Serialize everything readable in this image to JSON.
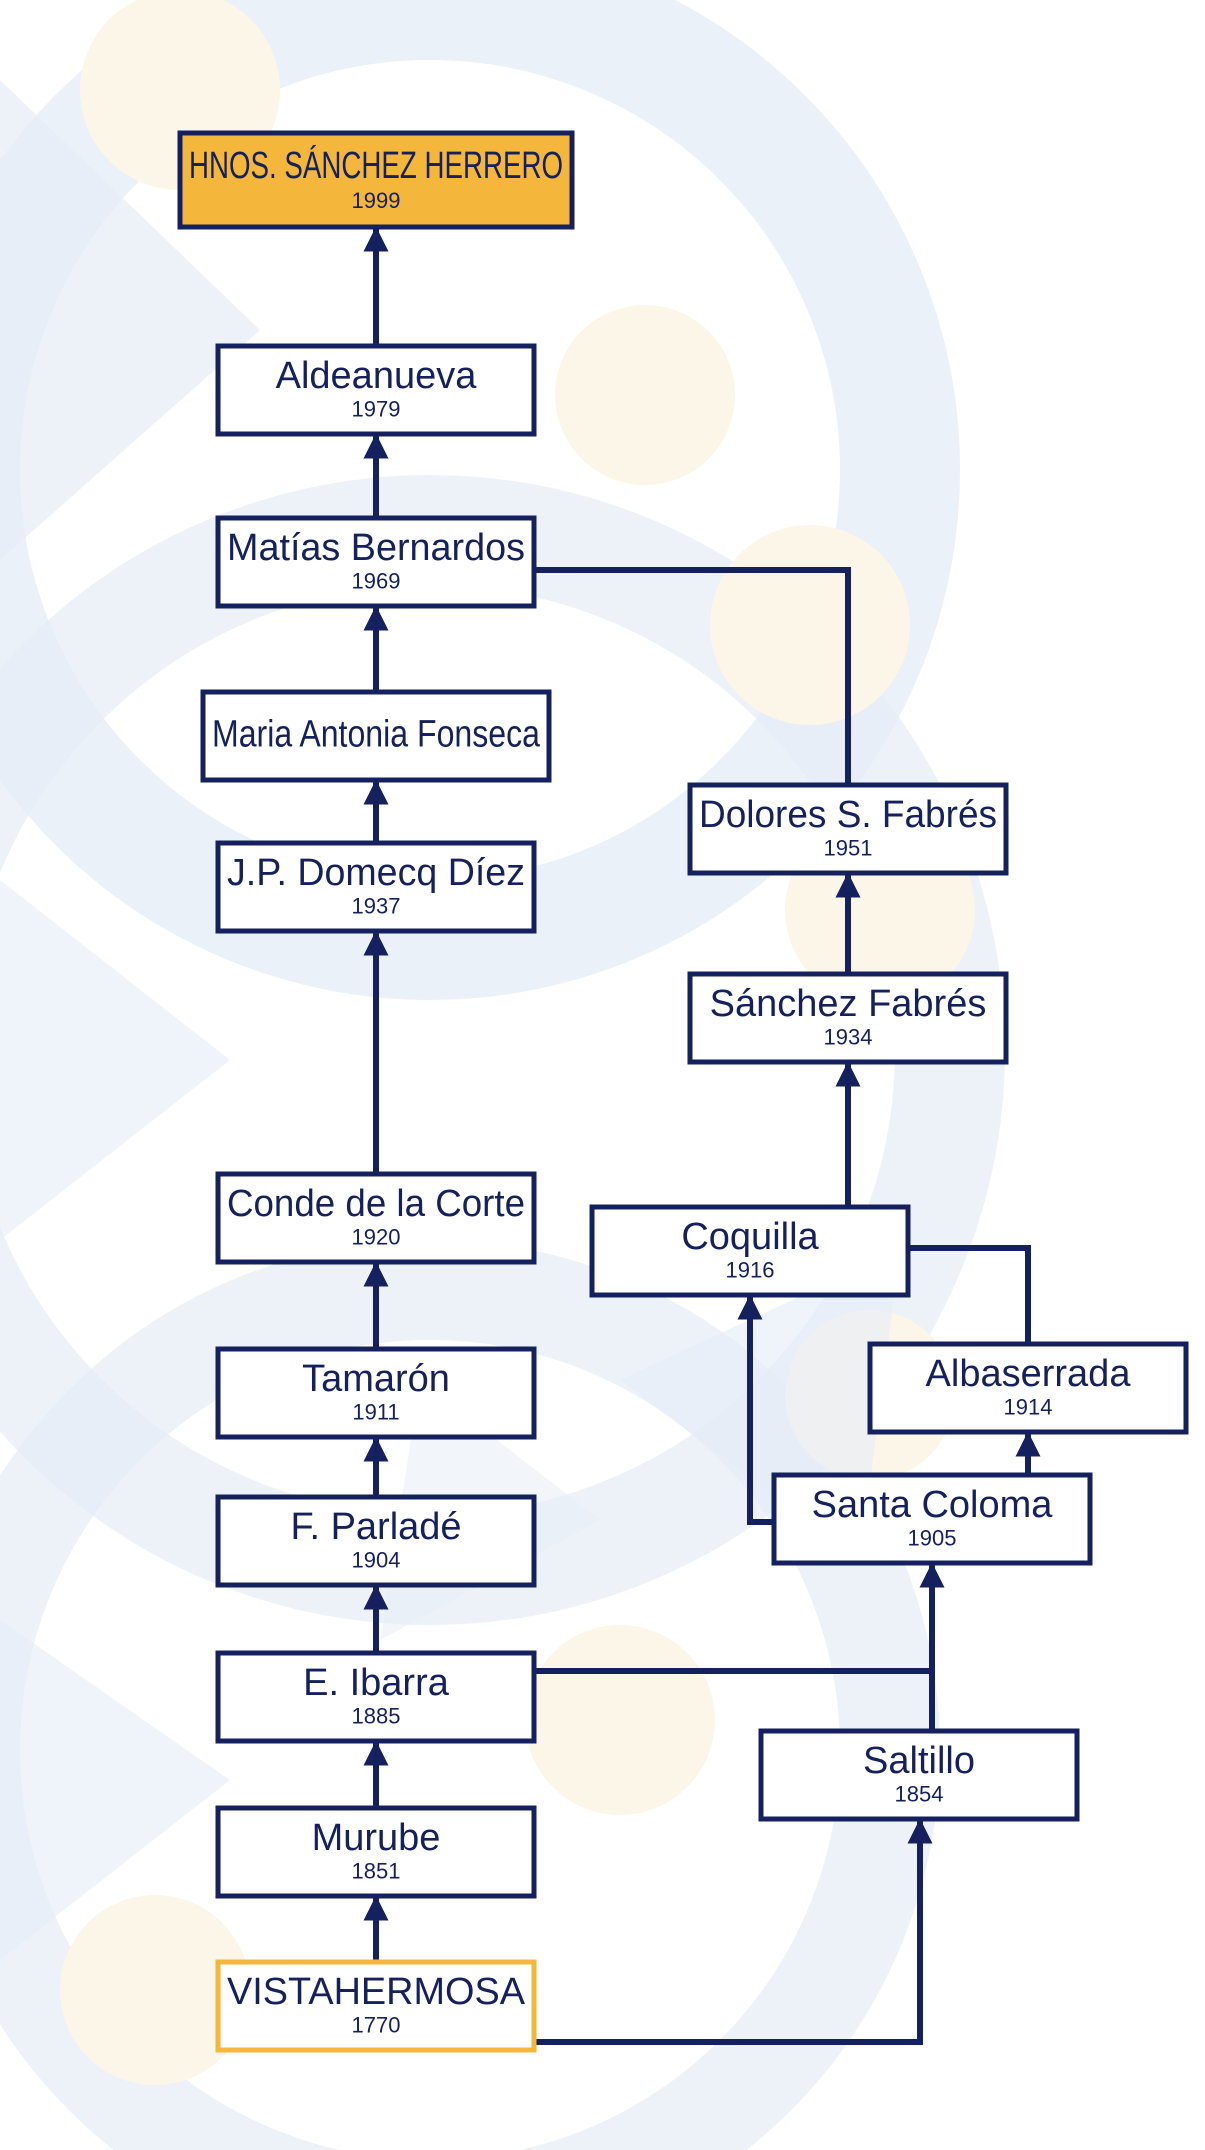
{
  "colors": {
    "navy": "#14215e",
    "gold": "#f4b73c",
    "background": "#ffffff",
    "pattern_blue": "#e5edf6",
    "pattern_cream": "#fcf6e8"
  },
  "nodes": {
    "hnos_sanchez_herrero": {
      "name": "HNOS. SÁNCHEZ HERRERO",
      "year": "1999",
      "style": "gold-filled"
    },
    "aldeanueva": {
      "name": "Aldeanueva",
      "year": "1979",
      "style": "plain"
    },
    "matias_bernardos": {
      "name": "Matías Bernardos",
      "year": "1969",
      "style": "plain"
    },
    "maria_antonia_fonseca": {
      "name": "Maria Antonia Fonseca",
      "year": "",
      "style": "plain"
    },
    "jp_domecq_diez": {
      "name": "J.P. Domecq Díez",
      "year": "1937",
      "style": "plain"
    },
    "conde_de_la_corte": {
      "name": "Conde de la Corte",
      "year": "1920",
      "style": "plain"
    },
    "tamaron": {
      "name": "Tamarón",
      "year": "1911",
      "style": "plain"
    },
    "f_parlade": {
      "name": "F. Parladé",
      "year": "1904",
      "style": "plain"
    },
    "e_ibarra": {
      "name": "E. Ibarra",
      "year": "1885",
      "style": "plain"
    },
    "murube": {
      "name": "Murube",
      "year": "1851",
      "style": "plain"
    },
    "vistahermosa": {
      "name": "VISTAHERMOSA",
      "year": "1770",
      "style": "gold-outline"
    },
    "dolores_s_fabres": {
      "name": "Dolores S. Fabrés",
      "year": "1951",
      "style": "plain"
    },
    "sanchez_fabres": {
      "name": "Sánchez Fabrés",
      "year": "1934",
      "style": "plain"
    },
    "coquilla": {
      "name": "Coquilla",
      "year": "1916",
      "style": "plain"
    },
    "albaserrada": {
      "name": "Albaserrada",
      "year": "1914",
      "style": "plain"
    },
    "santa_coloma": {
      "name": "Santa Coloma",
      "year": "1905",
      "style": "plain"
    },
    "saltillo": {
      "name": "Saltillo",
      "year": "1854",
      "style": "plain"
    }
  },
  "edges": [
    {
      "from": "aldeanueva",
      "to": "hnos_sanchez_herrero"
    },
    {
      "from": "matias_bernardos",
      "to": "aldeanueva"
    },
    {
      "from": "maria_antonia_fonseca",
      "to": "matias_bernardos"
    },
    {
      "from": "jp_domecq_diez",
      "to": "maria_antonia_fonseca"
    },
    {
      "from": "conde_de_la_corte",
      "to": "jp_domecq_diez"
    },
    {
      "from": "tamaron",
      "to": "conde_de_la_corte"
    },
    {
      "from": "f_parlade",
      "to": "tamaron"
    },
    {
      "from": "e_ibarra",
      "to": "f_parlade"
    },
    {
      "from": "murube",
      "to": "e_ibarra"
    },
    {
      "from": "vistahermosa",
      "to": "murube"
    },
    {
      "from": "vistahermosa",
      "to": "saltillo"
    },
    {
      "from": "saltillo",
      "to": "santa_coloma"
    },
    {
      "from": "e_ibarra",
      "to": "santa_coloma"
    },
    {
      "from": "santa_coloma",
      "to": "albaserrada"
    },
    {
      "from": "santa_coloma",
      "to": "coquilla"
    },
    {
      "from": "albaserrada",
      "to": "coquilla"
    },
    {
      "from": "coquilla",
      "to": "sanchez_fabres"
    },
    {
      "from": "sanchez_fabres",
      "to": "dolores_s_fabres"
    },
    {
      "from": "dolores_s_fabres",
      "to": "matias_bernardos"
    }
  ]
}
